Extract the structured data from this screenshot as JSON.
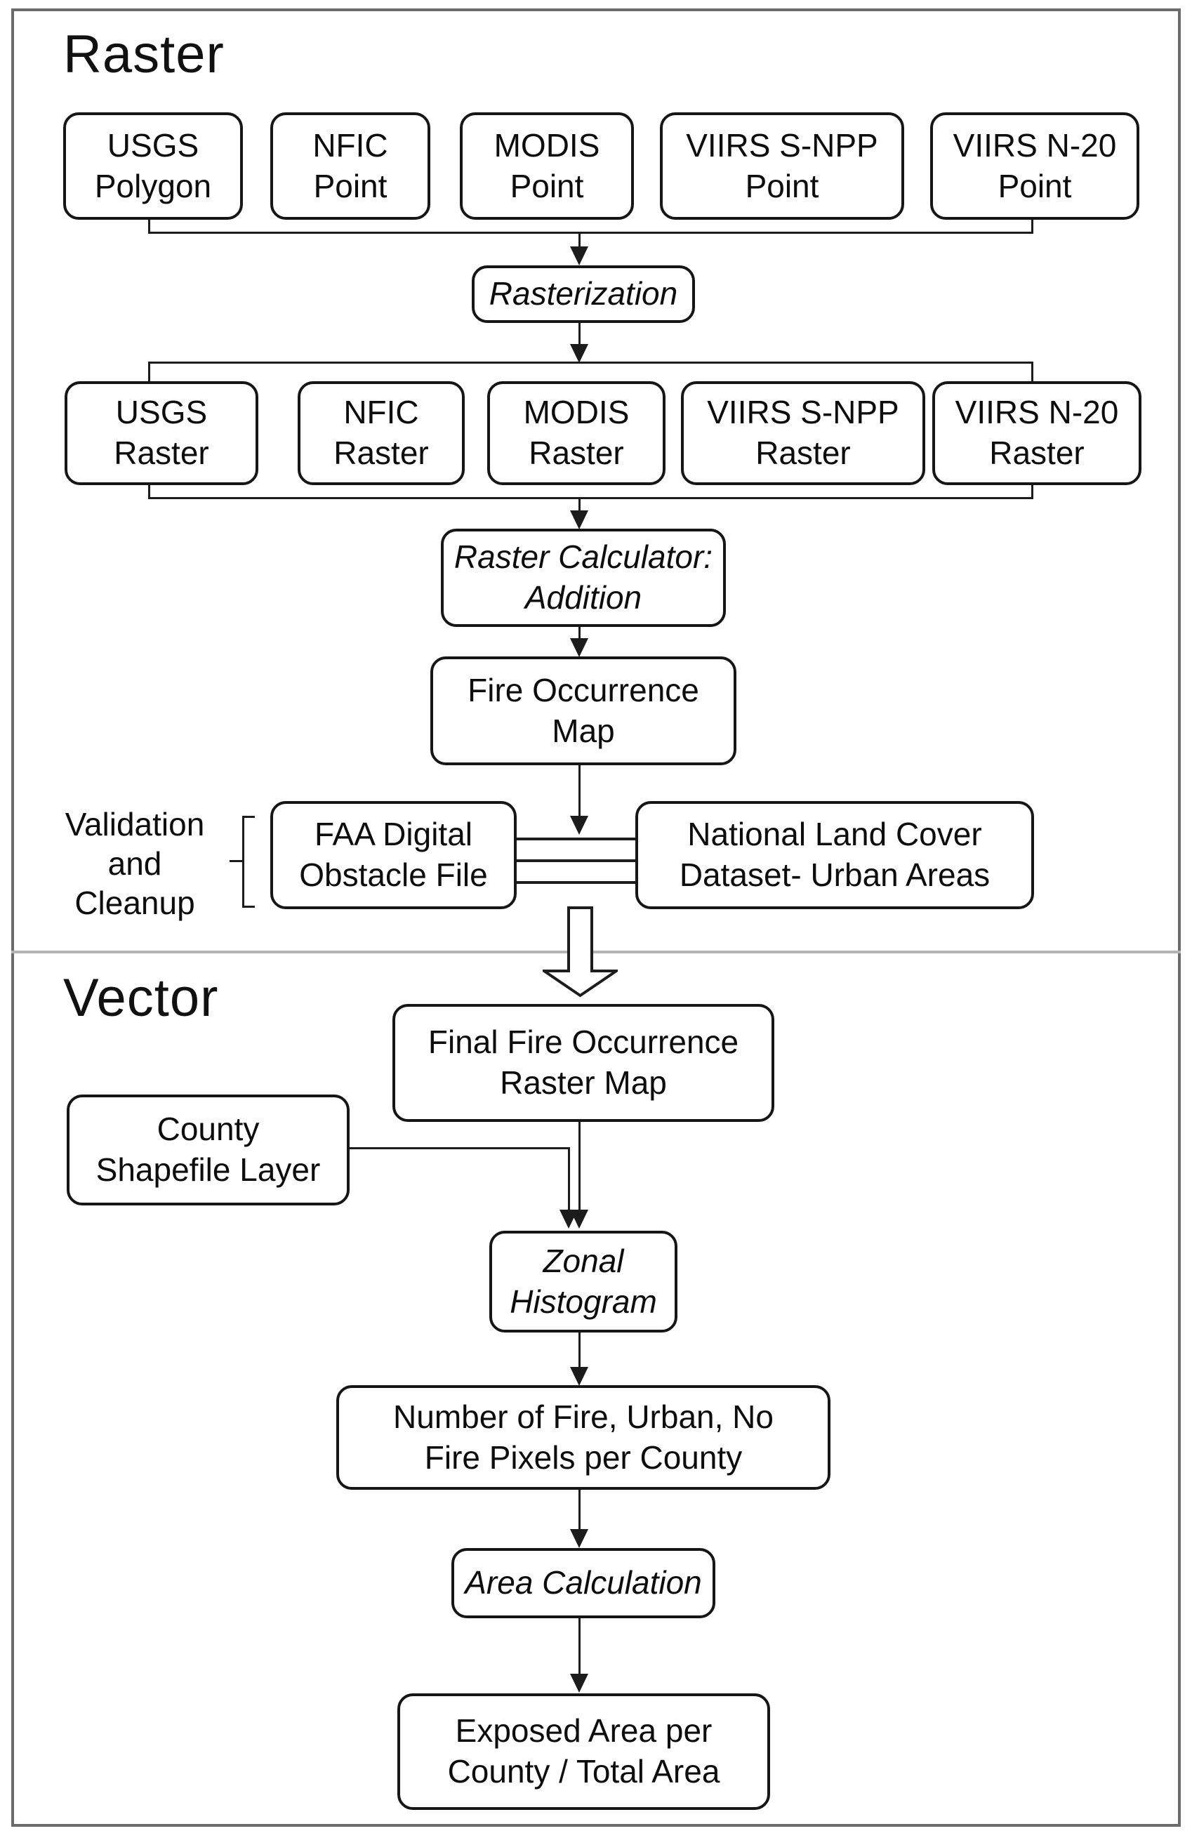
{
  "diagram": {
    "type": "flowchart",
    "sections": {
      "raster": {
        "title": "Raster"
      },
      "vector": {
        "title": "Vector"
      }
    },
    "nodes": {
      "usgs_polygon": "USGS\nPolygon",
      "nfic_point": "NFIC\nPoint",
      "modis_point": "MODIS\nPoint",
      "viirs_snpp_point": "VIIRS S-NPP\nPoint",
      "viirs_n20_point": "VIIRS N-20\nPoint",
      "rasterization": "Rasterization",
      "usgs_raster": "USGS\nRaster",
      "nfic_raster": "NFIC\nRaster",
      "modis_raster": "MODIS\nRaster",
      "viirs_snpp_raster": "VIIRS S-NPP\nRaster",
      "viirs_n20_raster": "VIIRS N-20\nRaster",
      "raster_calculator": "Raster Calculator:\nAddition",
      "fire_occurrence_map": "Fire Occurrence\nMap",
      "faa_obstacle_file": "FAA Digital\nObstacle File",
      "nlcd_urban_areas": "National Land Cover\nDataset- Urban Areas",
      "final_fire_map": "Final Fire Occurrence\nRaster Map",
      "county_shapefile": "County\nShapefile Layer",
      "zonal_histogram": "Zonal\nHistogram",
      "pixels_per_county": "Number of Fire, Urban, No\nFire Pixels per County",
      "area_calculation": "Area Calculation",
      "exposed_area": "Exposed Area per\nCounty / Total Area"
    },
    "annotations": {
      "validation_label": "Validation\nand\nCleanup"
    },
    "colors": {
      "ink": "#111111",
      "connector": "#1c1c1c",
      "frame": "#6b6b6b",
      "divider": "#b3b3b3",
      "background": "#ffffff"
    }
  }
}
